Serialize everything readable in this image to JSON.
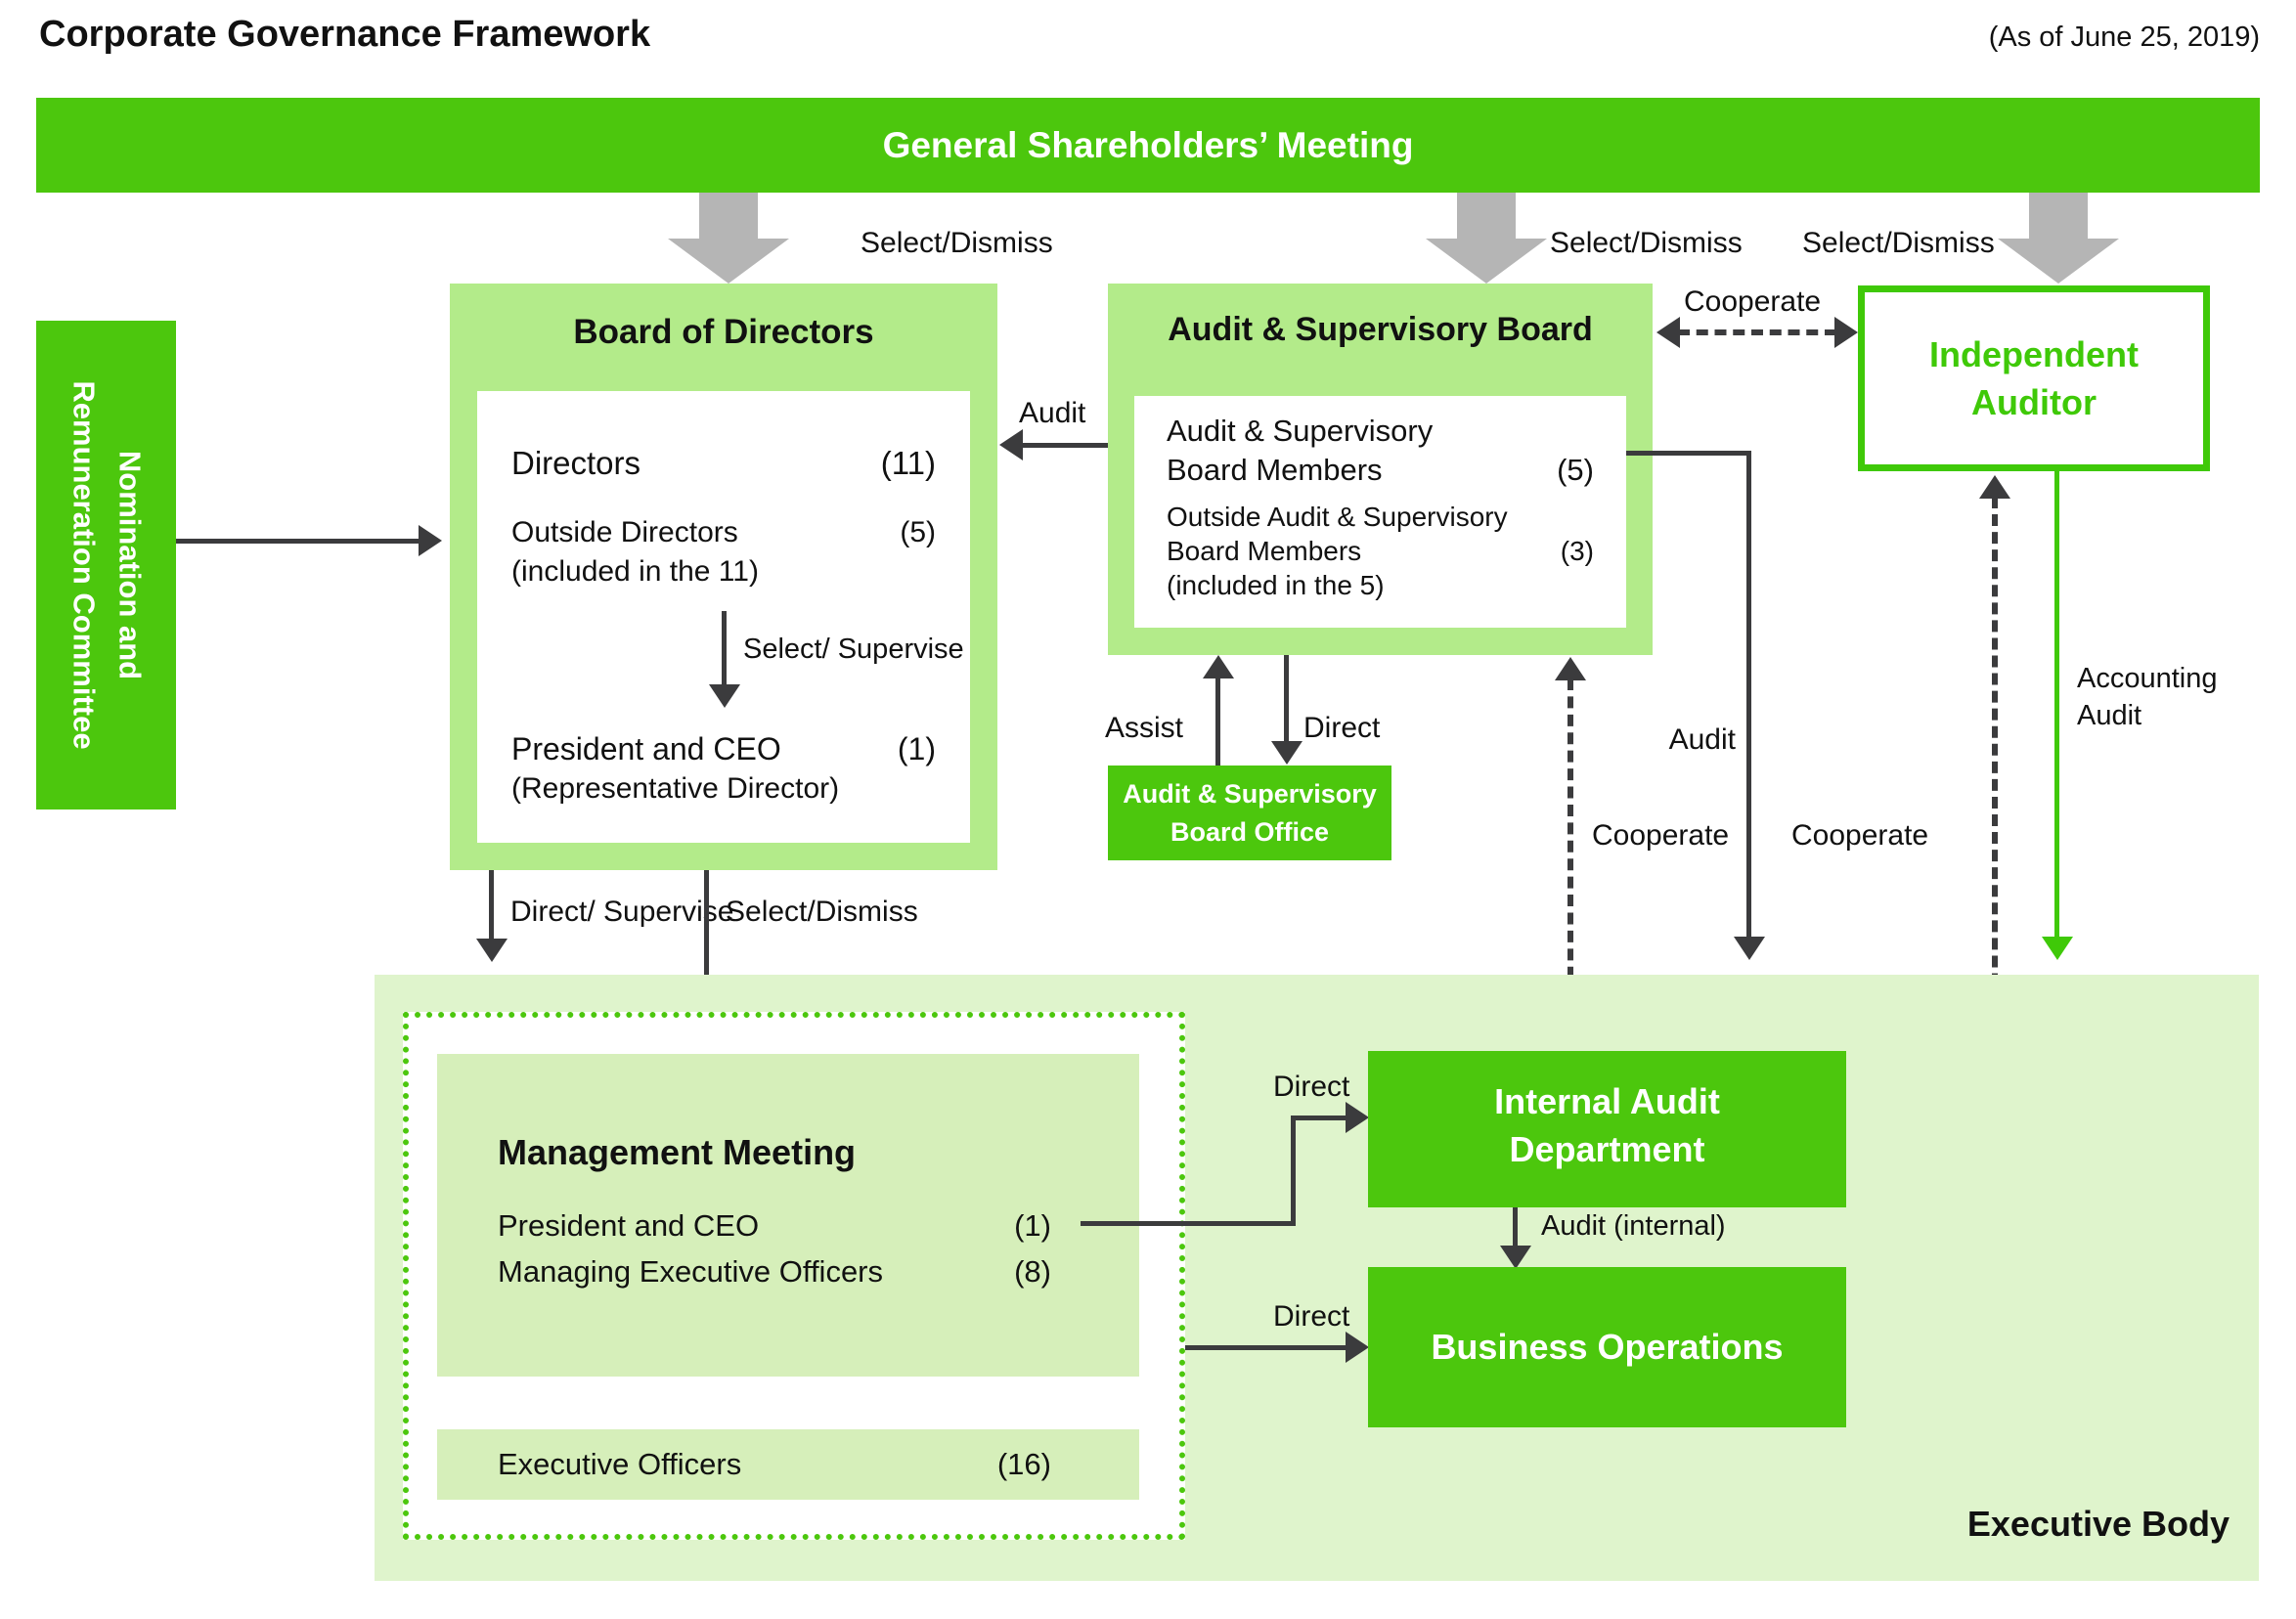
{
  "page": {
    "title": "Corporate Governance Framework",
    "as_of": "(As of June 25, 2019)"
  },
  "colors": {
    "accent_green": "#4cc70d",
    "light_green": "#b3eb8a",
    "pale_green": "#dff4cc",
    "row_green": "#d6efba",
    "auditor_green": "#3fc908",
    "arrow_dark": "#3b3b3d",
    "block_arrow_gray": "#b5b5b5"
  },
  "banner": {
    "label": "General Shareholders’ Meeting"
  },
  "edge_labels": {
    "select_dismiss": "Select/Dismiss",
    "audit": "Audit",
    "cooperate": "Cooperate",
    "assist": "Assist",
    "direct": "Direct",
    "select_supervise": "Select/ Supervise",
    "direct_supervise": "Direct/ Supervise",
    "audit_internal": "Audit (internal)",
    "accounting_line1": "Accounting",
    "accounting_line2": "Audit"
  },
  "committee": {
    "line1": "Nomination and",
    "line2": "Remuneration Committee"
  },
  "board_of_directors": {
    "title": "Board of Directors",
    "directors_label": "Directors",
    "directors_count": "(11)",
    "outside_label": "Outside Directors",
    "outside_count": "(5)",
    "outside_note": "(included in the 11)",
    "ceo_label": "President and CEO",
    "ceo_count": "(1)",
    "ceo_note": "(Representative Director)"
  },
  "audit_supervisory_board": {
    "title": "Audit & Supervisory Board",
    "members_line1": "Audit & Supervisory",
    "members_line2": "Board Members",
    "members_count": "(5)",
    "outside_line1": "Outside Audit & Supervisory",
    "outside_line2": "Board Members",
    "outside_count": "(3)",
    "outside_note": "(included in the 5)"
  },
  "asb_office": {
    "line1": "Audit & Supervisory",
    "line2": "Board Office"
  },
  "independent_auditor": {
    "line1": "Independent",
    "line2": "Auditor"
  },
  "management_meeting": {
    "title": "Management Meeting",
    "row1_label": "President and CEO",
    "row1_count": "(1)",
    "row2_label": "Managing Executive Officers",
    "row2_count": "(8)"
  },
  "executive_officers": {
    "label": "Executive Officers",
    "count": "(16)"
  },
  "internal_audit": {
    "line1": "Internal Audit",
    "line2": "Department"
  },
  "business_operations": {
    "label": "Business Operations"
  },
  "executive_body": {
    "label": "Executive Body"
  }
}
